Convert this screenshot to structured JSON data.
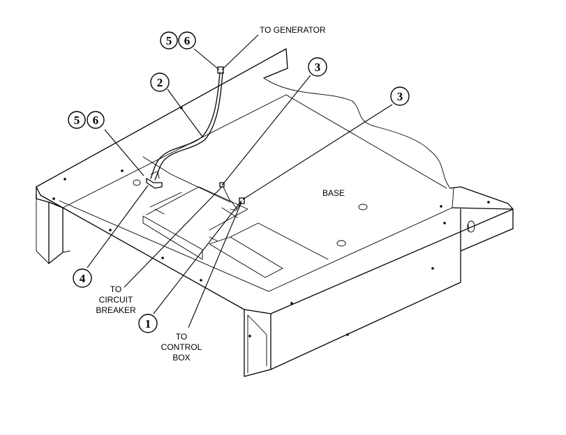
{
  "labels": {
    "to_generator": "TO GENERATOR",
    "base": "BASE",
    "to_circuit_breaker": [
      "TO",
      "CIRCUIT",
      "BREAKER"
    ],
    "to_control_box": [
      "TO",
      "CONTROL",
      "BOX"
    ]
  },
  "callouts": [
    {
      "id": "c5a",
      "text": "5"
    },
    {
      "id": "c6a",
      "text": "6"
    },
    {
      "id": "c2",
      "text": "2"
    },
    {
      "id": "c5b",
      "text": "5"
    },
    {
      "id": "c6b",
      "text": "6"
    },
    {
      "id": "c3a",
      "text": "3"
    },
    {
      "id": "c3b",
      "text": "3"
    },
    {
      "id": "c4",
      "text": "4"
    },
    {
      "id": "c1",
      "text": "1"
    }
  ]
}
